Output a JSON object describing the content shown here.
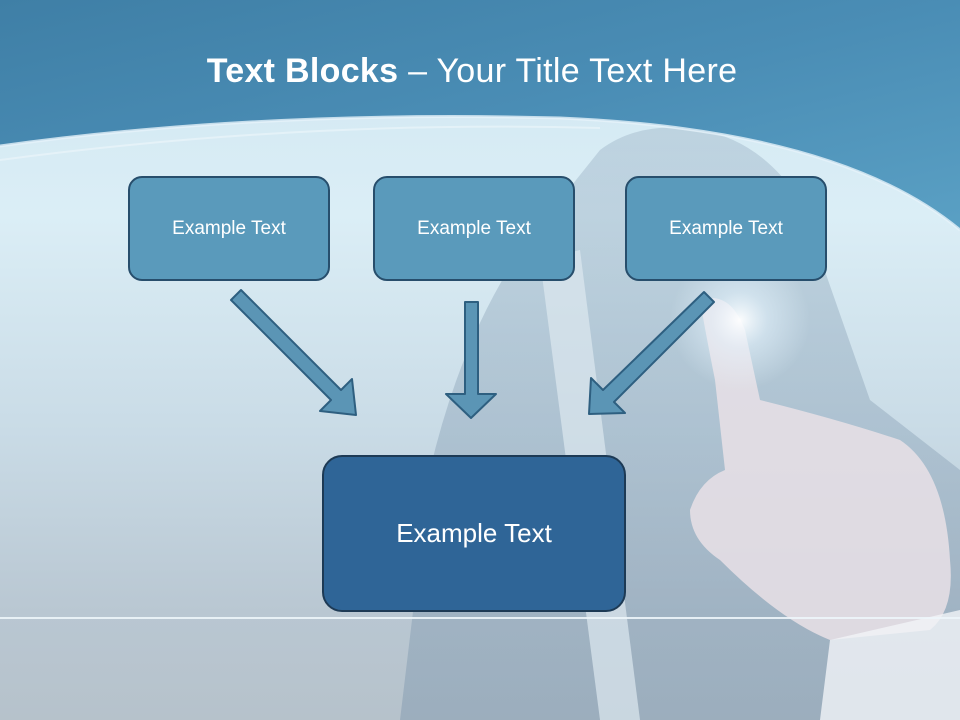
{
  "slide": {
    "title_bold": "Text Blocks",
    "title_sep": " – ",
    "title_rest": "Your Title Text Here"
  },
  "blocks": {
    "top": [
      "Example Text",
      "Example Text",
      "Example Text"
    ],
    "bottom": "Example Text"
  },
  "colors": {
    "header_blue": "#4a8fb5",
    "small_box_fill": "#5a9abb",
    "small_box_border": "#274e6c",
    "big_box_fill": "#2f6597",
    "arrow_fill": "#5b95b5"
  }
}
